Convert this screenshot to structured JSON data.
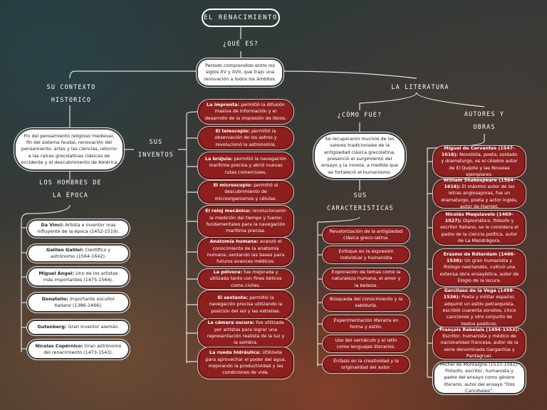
{
  "title": "EL RENACIMIENTO",
  "que_es": {
    "label": "¿QUÉ ES?",
    "text": "Periodo comprendido entre los siglos XV y XVII, que trajo una renovación a todos los ámbitos."
  },
  "contexto": {
    "label": "SU CONTEXTO HISTORICO",
    "text": "Fin del pensamiento religioso medieval, fin del sistema feudal, renovación del pensamiento, artes y las ciencias, retorno a las raíces grecolatinas clásicas de occidente y el descubrimiento de América"
  },
  "hombres": {
    "label": "LOS HOMBRES DE LA ÉPOCA",
    "items": [
      {
        "name": "Da Vinci:",
        "desc": " Artista e inventor mas influyente de la época (1452-1519)."
      },
      {
        "name": "Galileo Galilei:",
        "desc": " Científico y astrónomo (1564-1642)."
      },
      {
        "name": "Miguel Ángel:",
        "desc": " Uno de los artistas más importantes (1475-1564)."
      },
      {
        "name": "Donatello:",
        "desc": " Importante escultor italiano (1386-1466)."
      },
      {
        "name": "Gutenberg:",
        "desc": " Gran inventor alemán."
      },
      {
        "name": "Nicolas Copérnico:",
        "desc": " Gran astrónomo del renacimiento (1473-1543)."
      }
    ]
  },
  "inventos": {
    "label": "SUS INVENTOS",
    "items": [
      {
        "name": "La imprenta:",
        "desc": " permitió la difusión masiva de información y el desarrollo de la impresión de libros."
      },
      {
        "name": "El telescopio:",
        "desc": " permitió la observación de los astros y revolucionó la astronomía."
      },
      {
        "name": "La brújula:",
        "desc": " permitió la navegación marítima precisa y abrió nuevas rutas comerciales."
      },
      {
        "name": "El microscopio:",
        "desc": " permitió el descubrimiento de microorganismos y células."
      },
      {
        "name": "El reloj mecánico:",
        "desc": " revolucionaron la medición del tiempo y fueron fundamentales para la navegación marítima precisa."
      },
      {
        "name": "Anatomía humana:",
        "desc": " avanzó el conocimiento de la anatomía humana, sentando las bases para futuros avances médicos."
      },
      {
        "name": "La pólvora:",
        "desc": " fue mejorada y utilizada tanto con fines bélicos como civiles."
      },
      {
        "name": "El sextante:",
        "desc": " permitió la navegación precisa utilizando la posición del sol y las estrellas."
      },
      {
        "name": "La cámara oscura:",
        "desc": " fue utilizada por artistas para lograr una representación realista de la luz y la sombra."
      },
      {
        "name": "La rueda hidráulica:",
        "desc": " Utilizada para aprovechar el poder del agua, mejorando la productividad y las condiciones de vida."
      }
    ]
  },
  "literatura": {
    "label": "LA LITERATURA",
    "como_fue": {
      "label": "¿CÓMO FUE?",
      "text": "Se recuperaron muchos de los valores tradicionales de la antigüedad clásica grecolatina, presenció el surgimiento del ensayo y la novela, a medida que se fortaleció el humanismo."
    },
    "caracteristicas": {
      "label": "SUS CARACTERISTICAS",
      "items": [
        "Revalorización de la antigüedad clásica greco-latina.",
        "Enfoque en la expresión individual y humanista",
        "Exploración de temas como la naturaleza humana, el amor y la belleza.",
        "Búsqueda del conocimiento y la sabiduría.",
        "Experimentación literaria en forma y estilo.",
        "Uso del vernáculo y el latín como lenguajes literarios.",
        "Énfasis en la creatividad y la originalidad del autor."
      ]
    },
    "autores": {
      "label": "AUTORES Y OBRAS",
      "items": [
        {
          "name": "Miguel de Cervantes (1547-1616):",
          "desc": " Novelista, poeta, soldado y dramaturgo, es el célebre autor de El Quijote y las Novelas ejemplares."
        },
        {
          "name": "William Shakespeare (1564-1616):",
          "desc": " El máximo autor de las letras anglosajonas, fue un dramaturgo, poeta y actor inglés, autor de Hamlet."
        },
        {
          "name": "Nicolás Maquiavelo (1469-1527):",
          "desc": " Diplomático, filósofo y escritor italiano, se le considera el padre de la ciencia política, autor de La Mandrágora."
        },
        {
          "name": "Erasmo de Róterdam (1466-1536):",
          "desc": " Un gran humanista y filólogo neerlandés, cultivó una extensa obra ensayística, autor de Elogio de la locura."
        },
        {
          "name": "Garcilaso de la Vega (1498-1536):",
          "desc": " Poeta y militar español, adquirió un estilo petrarquista, escribió cuarenta sonetos, cinco canciones y otro conjunto de textos poéticos."
        },
        {
          "name": "François Rebelais (1494-1553):",
          "desc": " Escritor, humanista y médico de nacionalidad francesa, autor  de la serie denominada Gargantúa y Pantagruel."
        },
        {
          "name": "",
          "desc": "Michel de Montaigne (1533-1592): Filósofo, escritor, humanista y padre del ensayo como género literario, autor del ensayo \"Dos Cannibales\"."
        }
      ]
    }
  }
}
